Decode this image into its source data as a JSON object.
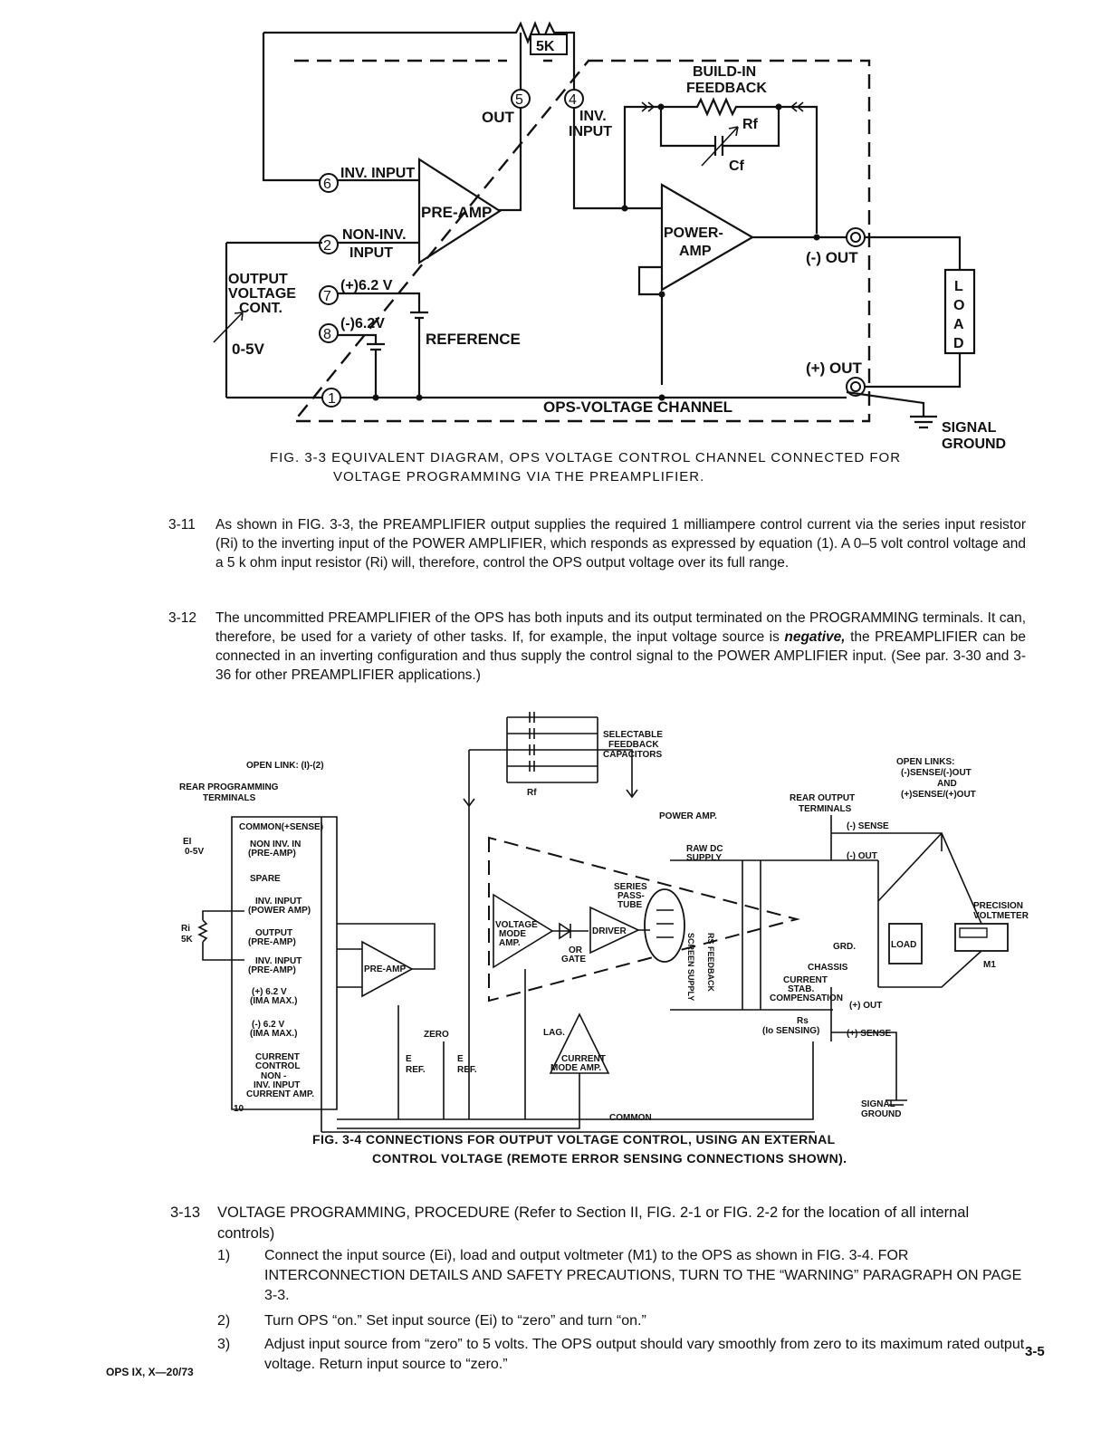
{
  "fig33": {
    "resistor_5k": "5K",
    "pin5": "5",
    "pin4": "4",
    "pin6": "6",
    "pin2": "2",
    "pin7": "7",
    "pin8": "8",
    "pin1": "1",
    "out": "OUT",
    "inv_input_line1": "INV.",
    "inv_input_line2": "INPUT",
    "build_in_line1": "BUILD-IN",
    "build_in_line2": "FEEDBACK",
    "rf": "Rf",
    "cf": "Cf",
    "inv_input_6": "INV. INPUT",
    "pre_amp": "PRE-AMP",
    "non_inv_line1": "NON-INV.",
    "non_inv_line2": "INPUT",
    "power_amp_line1": "POWER-",
    "power_amp_line2": "AMP",
    "minus_out": "(-) OUT",
    "plus_out": "(+) OUT",
    "pos_62": "(+)6.2 V",
    "neg_62": "(-)6.2V",
    "reference": "REFERENCE",
    "ovc_line1": "OUTPUT",
    "ovc_line2": "VOLTAGE",
    "ovc_line3": "CONT.",
    "zero_5v": "0-5V",
    "load": [
      "L",
      "O",
      "A",
      "D"
    ],
    "channel": "OPS-VOLTAGE CHANNEL",
    "signal": "SIGNAL",
    "ground": "GROUND"
  },
  "caption33": {
    "line1": "FIG. 3-3  EQUIVALENT DIAGRAM, OPS VOLTAGE CONTROL CHANNEL CONNECTED FOR",
    "line2": "VOLTAGE PROGRAMMING VIA THE PREAMPLIFIER."
  },
  "para311": {
    "num": "3-11",
    "text": "As shown in FIG. 3-3, the PREAMPLIFIER output supplies the required 1 milliampere control current via the series input resistor (Ri) to the inverting input of the POWER AMPLIFIER, which responds as expressed by equation (1). A 0–5 volt control voltage and a 5 k ohm input resistor (Ri) will, therefore, control the OPS output voltage over its full range."
  },
  "para312": {
    "num": "3-12",
    "text_a": "The uncommitted PREAMPLIFIER of the OPS has both inputs and its output terminated on the PROGRAMMING terminals. It can, therefore, be used for a variety of other tasks. If, for example, the input voltage source is ",
    "text_em": "negative,",
    "text_b": " the PREAMPLIFIER can be connected in an inverting configuration and thus supply the control signal to the POWER AMPLIFIER input. (See par. 3-30 and 3-36 for other PREAMPLIFIER applications.)"
  },
  "fig34": {
    "selectable_1": "SELECTABLE",
    "selectable_2": "FEEDBACK",
    "selectable_3": "CAPACITORS",
    "rf": "Rf",
    "open_link": "OPEN LINK: (I)-(2)",
    "open_links_1": "OPEN LINKS:",
    "open_links_2": "(-)SENSE/(-)OUT",
    "open_links_3": "AND",
    "open_links_4": "(+)SENSE/(+)OUT",
    "rear_prog_1": "REAR PROGRAMMING",
    "rear_prog_2": "TERMINALS",
    "rear_out_1": "REAR OUTPUT",
    "rear_out_2": "TERMINALS",
    "t1": "COMMON(+SENSE)",
    "t2a": "NON INV. IN",
    "t2b": "(PRE-AMP)",
    "t3": "SPARE",
    "t4a": "INV. INPUT",
    "t4b": "(POWER AMP)",
    "t5a": "OUTPUT",
    "t5b": "(PRE-AMP)",
    "t6a": "INV. INPUT",
    "t6b": "(PRE-AMP)",
    "t7a": "(+) 6.2 V",
    "t7b": "(IMA MAX.)",
    "t8a": "(-) 6.2 V",
    "t8b": "(IMA MAX.)",
    "t9a": "CURRENT",
    "t9b": "CONTROL",
    "t9c": "NON -",
    "t9d": "INV. INPUT",
    "t9e": "CURRENT AMP.",
    "t10": "10",
    "ei_1": "EI",
    "ei_2": "0-5V",
    "ri_1": "Ri",
    "ri_2": "5K",
    "pre_amp": "PRE-AMP",
    "power_amp": "POWER AMP.",
    "raw_dc_1": "RAW DC",
    "raw_dc_2": "SUPPLY",
    "series_1": "SERIES",
    "series_2": "PASS-",
    "series_3": "TUBE",
    "vma_1": "VOLTAGE",
    "vma_2": "MODE",
    "vma_3": "AMP.",
    "driver": "DRIVER",
    "or_gate_1": "OR",
    "or_gate_2": "GATE",
    "screen_supply": "SCREEN SUPPLY",
    "rs_feedback": "RS FEEDBACK",
    "minus_sense": "(-) SENSE",
    "minus_out": "(-) OUT",
    "grd": "GRD.",
    "load": "LOAD",
    "precision_1": "PRECISION",
    "precision_2": "VOLTMETER",
    "m1": "M1",
    "chassis": "CHASSIS",
    "current_stab_1": "CURRENT",
    "current_stab_2": "STAB.",
    "current_stab_3": "COMPENSATION",
    "plus_out": "(+) OUT",
    "rs_1": "Rs",
    "rs_2": "(Io SENSING)",
    "plus_sense": "(+) SENSE",
    "zero": "ZERO",
    "lag": "LAG.",
    "eref1": "E",
    "eref2": "REF.",
    "cma_1": "CURRENT",
    "cma_2": "MODE AMP.",
    "common": "COMMON",
    "sig_1": "SIGNAL",
    "sig_2": "GROUND"
  },
  "caption34": {
    "line1": "FIG. 3-4  CONNECTIONS FOR OUTPUT VOLTAGE CONTROL, USING AN EXTERNAL",
    "line2": "CONTROL VOLTAGE (REMOTE ERROR SENSING CONNECTIONS SHOWN)."
  },
  "para313": {
    "num": "3-13",
    "text": "VOLTAGE PROGRAMMING, PROCEDURE (Refer to Section II, FIG. 2-1 or FIG. 2-2 for the location of all internal controls)"
  },
  "steps": [
    {
      "n": "1)",
      "text": "Connect the input source (Ei), load and output voltmeter (M1) to the OPS as shown in FIG. 3-4. FOR INTERCONNECTION DETAILS AND SAFETY PRECAUTIONS, TURN TO THE “WARNING” PARAGRAPH ON PAGE 3-3."
    },
    {
      "n": "2)",
      "text": "Turn OPS “on.” Set input source (Ei) to “zero” and turn “on.”"
    },
    {
      "n": "3)",
      "text": "Adjust input source from “zero” to 5 volts. The OPS output should vary smoothly from zero to its maximum rated output voltage. Return input source to “zero.”"
    }
  ],
  "footer": {
    "left": "OPS IX, X—20/73",
    "right": "3-5"
  }
}
